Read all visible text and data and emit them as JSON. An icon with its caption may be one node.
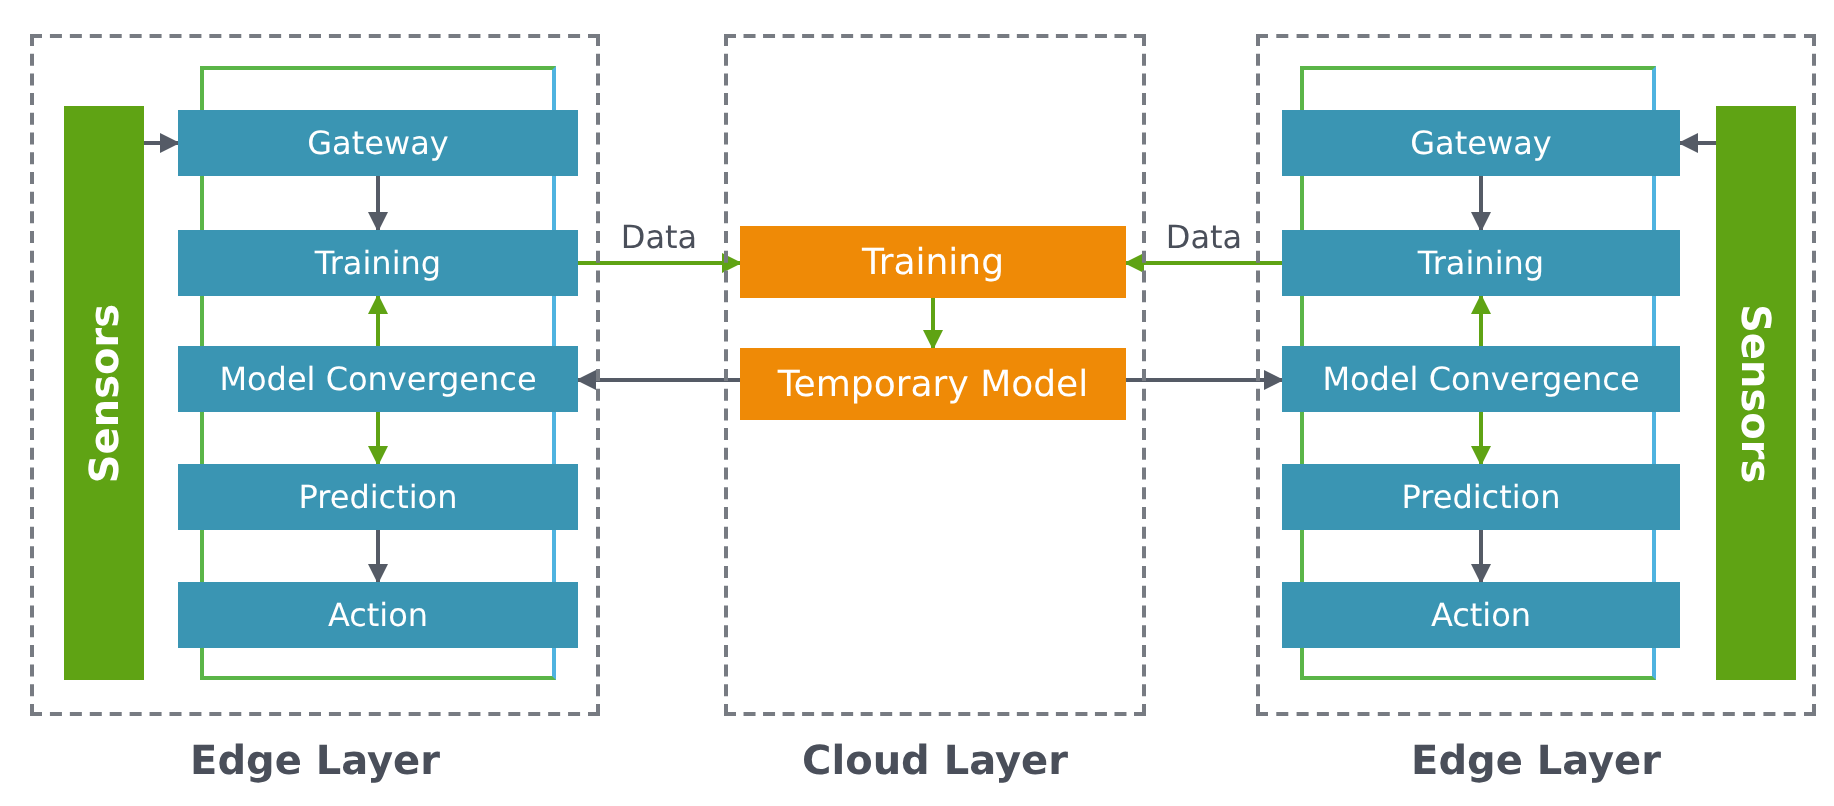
{
  "diagram": {
    "nodes": [
      {
        "text": [
          "Edge Layer"
        ]
      },
      {
        "text": [],
        "shape": "box",
        "in": 0
      },
      {
        "text": [
          "Sensors"
        ],
        "in": 0
      },
      {
        "text": [
          "Gateway"
        ],
        "in": 1
      },
      {
        "text": [
          "Training"
        ],
        "in": 1
      },
      {
        "text": [
          "Model Convergence"
        ],
        "in": 1
      },
      {
        "text": [
          "Prediction"
        ],
        "in": 1
      },
      {
        "text": [
          "Action"
        ],
        "in": 1
      },
      {
        "text": [
          "Cloud Layer"
        ]
      },
      {
        "text": [
          "Training"
        ],
        "in": 8
      },
      {
        "text": [
          "Temporary Model"
        ],
        "in": 8
      },
      {
        "text": [
          "Edge Layer"
        ]
      },
      {
        "text": [],
        "shape": "box",
        "in": 11
      },
      {
        "text": [
          "Gateway"
        ],
        "in": 12
      },
      {
        "text": [
          "Training"
        ],
        "in": 12
      },
      {
        "text": [
          "Model Convergence"
        ],
        "in": 12
      },
      {
        "text": [
          "Prediction"
        ],
        "in": 12
      },
      {
        "text": [
          "Action"
        ],
        "in": 12
      },
      {
        "text": [
          "Sensors"
        ],
        "in": 11
      }
    ],
    "edges": [
      {
        "from": 2,
        "to": 3,
        "arrow": "to"
      },
      {
        "from": 3,
        "to": 4,
        "arrow": "to"
      },
      {
        "from": 5,
        "to": 4,
        "arrow": "to",
        "color": "#5fa314"
      },
      {
        "from": 5,
        "to": 6,
        "arrow": "to",
        "color": "#5fa314"
      },
      {
        "from": 6,
        "to": 7,
        "arrow": "to"
      },
      {
        "from": 4,
        "to": 9,
        "arrow": "to",
        "label": "Data",
        "color": "#5fa314"
      },
      {
        "from": 9,
        "to": 10,
        "arrow": "to",
        "color": "#5fa314"
      },
      {
        "from": 10,
        "to": 5,
        "arrow": "to"
      },
      {
        "from": 14,
        "to": 9,
        "arrow": "to",
        "label": "Data",
        "color": "#5fa314"
      },
      {
        "from": 10,
        "to": 15,
        "arrow": "to"
      },
      {
        "from": 18,
        "to": 13,
        "arrow": "to"
      },
      {
        "from": 13,
        "to": 14,
        "arrow": "to"
      },
      {
        "from": 15,
        "to": 14,
        "arrow": "to",
        "color": "#5fa314"
      },
      {
        "from": 15,
        "to": 16,
        "arrow": "to",
        "color": "#5fa314"
      },
      {
        "from": 16,
        "to": 17,
        "arrow": "to"
      }
    ]
  }
}
